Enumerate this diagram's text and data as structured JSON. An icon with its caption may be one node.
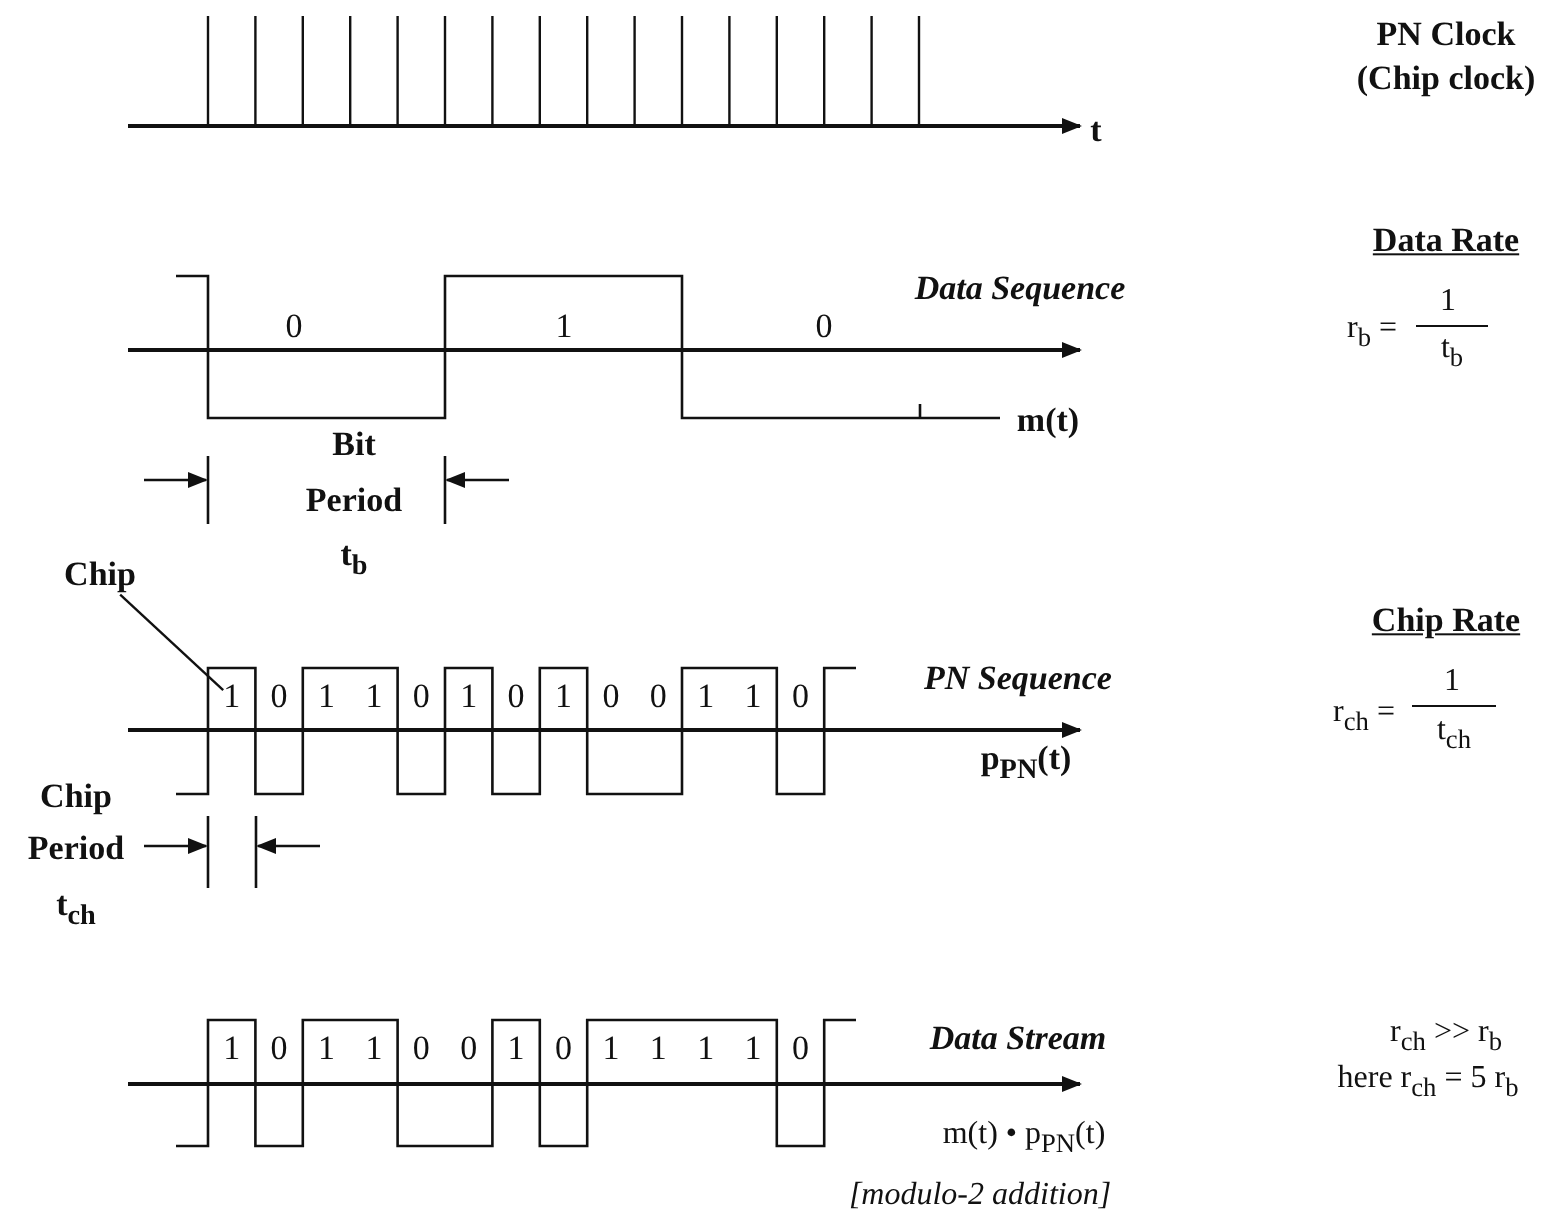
{
  "diagram": {
    "nodes": [
      {
        "text": [
          "Chip"
        ]
      },
      {
        "text": [
          "1"
        ]
      }
    ],
    "edges": [
      {
        "from": 0,
        "to": 1,
        "arrow": "none"
      }
    ],
    "labels": [
      "PN Clock",
      "(Chip clock)",
      "t",
      "Data Rate",
      "Data Sequence",
      "0",
      "1",
      "0",
      "r$_{b}$ =",
      "1",
      "t$_{b}$",
      "m(t)",
      "Bit",
      "Period",
      "t$_{b}$",
      "Chip Rate",
      "0",
      "1",
      "1",
      "0",
      "1",
      "0",
      "1",
      "0",
      "0",
      "1",
      "1",
      "0",
      "PN Sequence",
      "r$_{ch}$ =",
      "1",
      "t$_{ch}$",
      "p$_{PN}$(t)",
      "Chip",
      "Period",
      "t$_{ch}$",
      "1",
      "0",
      "1",
      "1",
      "0",
      "0",
      "1",
      "0",
      "1",
      "1",
      "1",
      "1",
      "0",
      "Data Stream",
      "r$_{ch}$ >> r$_{b}$",
      "here r$_{ch}$ = 5 r$_{b}$",
      "m(t) • p$_{PN}$(t)",
      "[modulo-2 addition]"
    ]
  }
}
